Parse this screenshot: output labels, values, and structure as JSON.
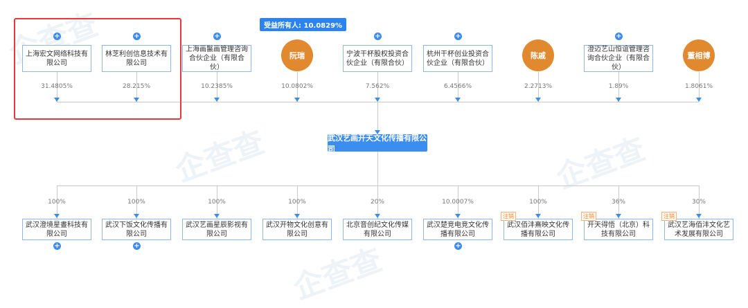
{
  "beneficiary_tag": "受益所有人: 10.0829%",
  "center_company": "武汉艺画开天文化传播有限公司",
  "shareholders": [
    {
      "name": "上海宏文网络科技有限公司",
      "percent": "31.4805%",
      "type": "box",
      "expand": "+"
    },
    {
      "name": "林芝利创信息技术有限公司",
      "percent": "28.215%",
      "type": "box",
      "expand": "+"
    },
    {
      "name": "上海画鬣画管理咨询合伙企业（有限合伙）",
      "percent": "10.2385%",
      "type": "box",
      "expand": "+"
    },
    {
      "name": "阮瑞",
      "percent": "10.0802%",
      "type": "person"
    },
    {
      "name": "宁波干杯股权投资合伙企业（有限合伙）",
      "percent": "7.562%",
      "type": "box",
      "expand": "+"
    },
    {
      "name": "杭州干杯创业投资合伙企业（有限合伙）",
      "percent": "6.4566%",
      "type": "box",
      "expand": "+"
    },
    {
      "name": "陈戚",
      "percent": "2.2713%",
      "type": "person"
    },
    {
      "name": "澄迈艺山恒谊管理咨询合伙企业（有限合伙）",
      "percent": "1.89%",
      "type": "box",
      "expand": "+"
    },
    {
      "name": "董相博",
      "percent": "1.8061%",
      "type": "person"
    }
  ],
  "subsidiaries": [
    {
      "name": "武汉澄境星晝科技有限公司",
      "percent": "100%",
      "status": "",
      "expand": "+"
    },
    {
      "name": "武汉下饭文化传播有限公司",
      "percent": "100%",
      "status": "",
      "expand": "+"
    },
    {
      "name": "武汉艺画星辰影视有限公司",
      "percent": "100%",
      "status": ""
    },
    {
      "name": "武汉开物文化创意有限公司",
      "percent": "100%",
      "status": ""
    },
    {
      "name": "北京音创纪文化传媒有限公司",
      "percent": "20%",
      "status": ""
    },
    {
      "name": "武汉楚竞电竞文化传播有限公司",
      "percent": "10.0007%",
      "status": "",
      "expand": "+"
    },
    {
      "name": "武汉佰沣熹映文化传播有限公司",
      "percent": "100%",
      "status": "注销"
    },
    {
      "name": "开天得悟（北京）科技有限公司",
      "percent": "36%",
      "status": "注销"
    },
    {
      "name": "武汉艺海佰沣文化艺术发展有限公司",
      "percent": "30%",
      "status": "注销"
    }
  ],
  "colors": {
    "accent": "#3b8df0",
    "person": "#e0892f",
    "highlight": "#e7383b"
  }
}
